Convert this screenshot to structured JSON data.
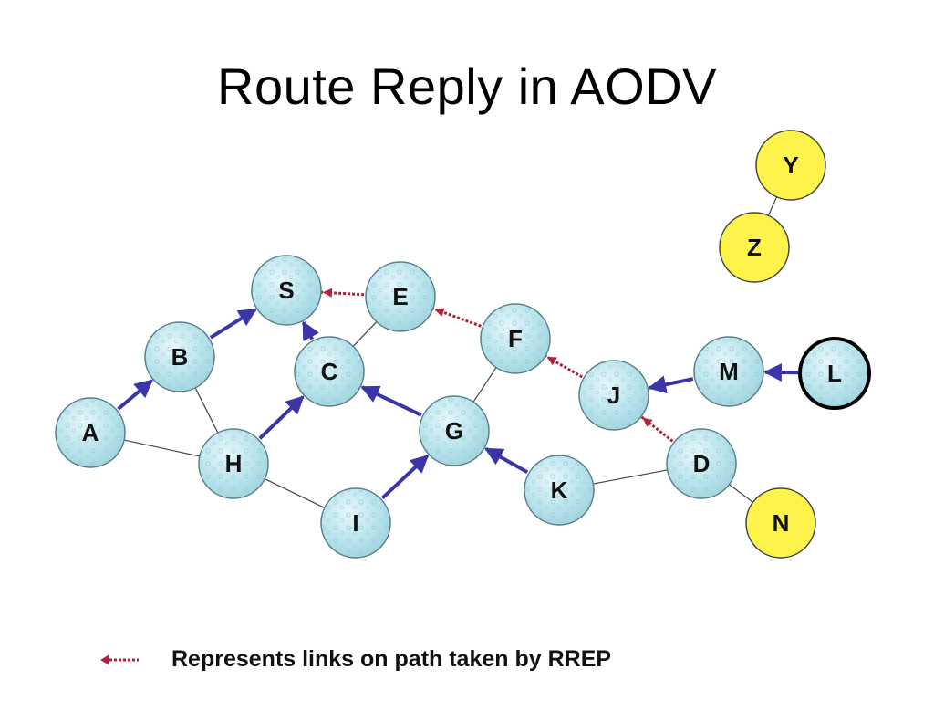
{
  "title": "Route Reply in AODV",
  "legend": {
    "text": "Represents links on path taken by RREP"
  },
  "colors": {
    "node_fill": "#b9e4ec",
    "node_fill_inner": "#d8f1f5",
    "node_stroke": "#5a7f88",
    "isolated_fill": "#fdf34a",
    "isolated_stroke": "#444444",
    "active_stroke": "#000000",
    "link": "#444444",
    "arrow": "#3a36a8",
    "rrep": "#b3203a"
  },
  "nodes": [
    {
      "id": "S",
      "label": "S",
      "kind": "normal"
    },
    {
      "id": "E",
      "label": "E",
      "kind": "normal"
    },
    {
      "id": "F",
      "label": "F",
      "kind": "normal"
    },
    {
      "id": "B",
      "label": "B",
      "kind": "normal"
    },
    {
      "id": "C",
      "label": "C",
      "kind": "normal"
    },
    {
      "id": "A",
      "label": "A",
      "kind": "normal"
    },
    {
      "id": "H",
      "label": "H",
      "kind": "normal"
    },
    {
      "id": "I",
      "label": "I",
      "kind": "normal"
    },
    {
      "id": "G",
      "label": "G",
      "kind": "normal"
    },
    {
      "id": "K",
      "label": "K",
      "kind": "normal"
    },
    {
      "id": "J",
      "label": "J",
      "kind": "normal"
    },
    {
      "id": "D",
      "label": "D",
      "kind": "normal"
    },
    {
      "id": "M",
      "label": "M",
      "kind": "normal"
    },
    {
      "id": "L",
      "label": "L",
      "kind": "active"
    },
    {
      "id": "N",
      "label": "N",
      "kind": "isolated"
    },
    {
      "id": "Y",
      "label": "Y",
      "kind": "isolated"
    },
    {
      "id": "Z",
      "label": "Z",
      "kind": "isolated"
    }
  ],
  "edges": [
    {
      "from": "A",
      "to": "B",
      "style": "arrow"
    },
    {
      "from": "B",
      "to": "S",
      "style": "arrow"
    },
    {
      "from": "C",
      "to": "S",
      "style": "arrow"
    },
    {
      "from": "H",
      "to": "C",
      "style": "arrow"
    },
    {
      "from": "G",
      "to": "C",
      "style": "arrow"
    },
    {
      "from": "I",
      "to": "G",
      "style": "arrow"
    },
    {
      "from": "K",
      "to": "G",
      "style": "arrow"
    },
    {
      "from": "M",
      "to": "J",
      "style": "arrow"
    },
    {
      "from": "L",
      "to": "M",
      "style": "arrow"
    },
    {
      "from": "E",
      "to": "S",
      "style": "rrep"
    },
    {
      "from": "F",
      "to": "E",
      "style": "rrep"
    },
    {
      "from": "J",
      "to": "F",
      "style": "rrep"
    },
    {
      "from": "D",
      "to": "J",
      "style": "rrep"
    },
    {
      "from": "B",
      "to": "H",
      "style": "plain"
    },
    {
      "from": "A",
      "to": "H",
      "style": "plain"
    },
    {
      "from": "H",
      "to": "I",
      "style": "plain"
    },
    {
      "from": "E",
      "to": "C",
      "style": "plain"
    },
    {
      "from": "F",
      "to": "G",
      "style": "plain"
    },
    {
      "from": "K",
      "to": "D",
      "style": "plain"
    },
    {
      "from": "D",
      "to": "N",
      "style": "plain"
    },
    {
      "from": "Y",
      "to": "Z",
      "style": "plain"
    }
  ]
}
